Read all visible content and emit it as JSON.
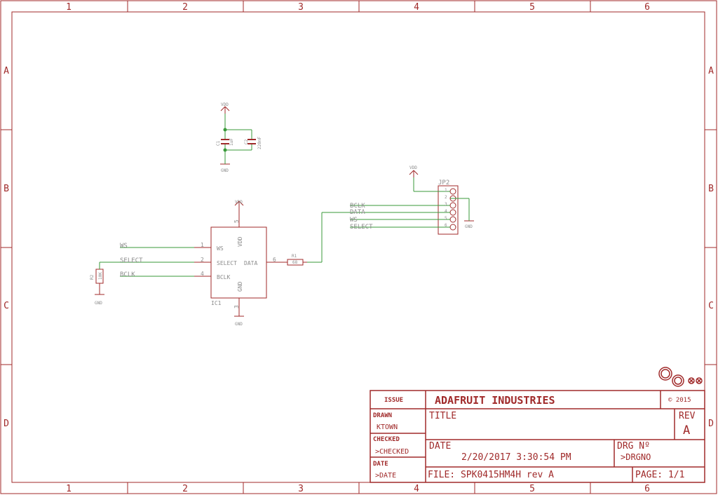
{
  "frame": {
    "columns": [
      "1",
      "2",
      "3",
      "4",
      "5",
      "6"
    ],
    "rows": [
      "A",
      "B",
      "C",
      "D"
    ]
  },
  "power_caps": {
    "vdd": "VDD",
    "gnd": "GND",
    "c1_ref": "C1",
    "c1_val": "1uF",
    "c2_ref": "C2",
    "c2_val": "220nF"
  },
  "connector": {
    "ref": "JP2",
    "vdd": "VDD",
    "gnd": "GND",
    "pins": [
      "1",
      "2",
      "3",
      "4",
      "5",
      "6"
    ],
    "nets": [
      "BCLK",
      "DATA",
      "WS",
      "SELECT"
    ]
  },
  "ic": {
    "ref": "IC1",
    "vdd_label": "VDD",
    "gnd_label": "GND",
    "pin_ws": "WS",
    "pin_select": "SELECT",
    "pin_data": "DATA",
    "pin_bclk": "BCLK",
    "num_vdd": "5",
    "num_ws": "1",
    "num_select": "2",
    "num_bclk": "4",
    "num_data": "6",
    "num_gnd": "3",
    "vdd_net": "VDD",
    "gnd_net": "GND",
    "nets": [
      "WS",
      "SELECT",
      "BCLK"
    ]
  },
  "resistors": {
    "r1_ref": "R1",
    "r1_val": "68",
    "r2_ref": "R2",
    "r2_val": "10K",
    "r2_gnd": "GND"
  },
  "title_block": {
    "issue": "ISSUE",
    "company": "ADAFRUIT INDUSTRIES",
    "copyright": "© 2015",
    "title_label": "TITLE",
    "rev_label": "REV",
    "rev_value": "A",
    "drawn_label": "DRAWN",
    "drawn_value": "KTOWN",
    "checked_label": "CHECKED",
    "checked_value": ">CHECKED",
    "date_label_side": "DATE",
    "date_value_side": ">DATE",
    "date_label": "DATE",
    "date_value": "2/20/2017 3:30:54 PM",
    "drg_label": "DRG Nº",
    "drg_value": ">DRGNO",
    "file": "FILE: SPK0415HM4H rev A",
    "page": "PAGE: 1/1"
  },
  "colors": {
    "frame": "#a02a2a",
    "wire": "#3a9a3a",
    "label": "#8c8c8c"
  }
}
